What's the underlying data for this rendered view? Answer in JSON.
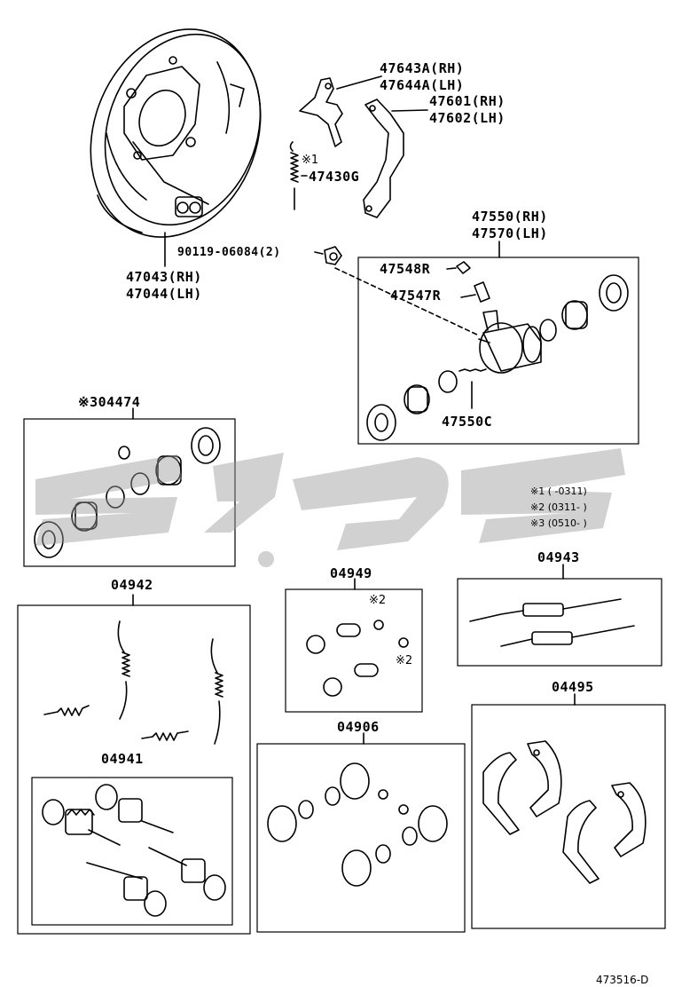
{
  "parts": {
    "p47643A": "47643A(RH)",
    "p47644A": "47644A(LH)",
    "p47601": "47601(RH)",
    "p47602": "47602(LH)",
    "p47430G_mark": "※1",
    "p47430G": "47430G",
    "p47550": "47550(RH)",
    "p47570": "47570(LH)",
    "p90119": "90119-06084(2)",
    "p47548R": "47548R",
    "p47547R": "47547R",
    "p47043": "47043(RH)",
    "p47044": "47044(LH)",
    "p47550C": "47550C",
    "p04474": "※304474",
    "p04942": "04942",
    "p04949": "04949",
    "p04949_m1": "※2",
    "p04949_m2": "※2",
    "p04943": "04943",
    "p04495": "04495",
    "p04941": "04941",
    "p04906": "04906"
  },
  "notes": {
    "n1": "※1 (      -0311)",
    "n2": "※2 (0311-        )",
    "n3": "※3 (0510-        )"
  },
  "diagram_code": "473516-D"
}
